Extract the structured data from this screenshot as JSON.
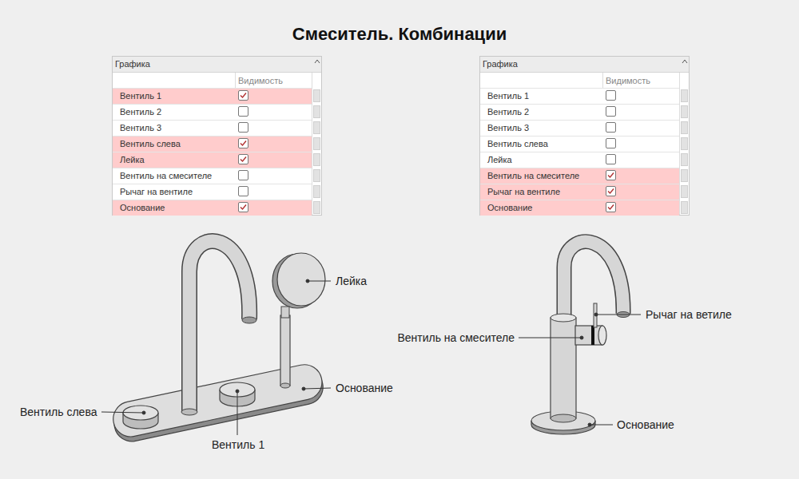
{
  "diagram": {
    "title": "Смеситель. Комбинации",
    "labels": [
      "Графика",
      "Видимость",
      "Вентиль 1",
      "Вентиль 2",
      "Вентиль 3",
      "Вентиль слева",
      "Лейка",
      "Вентиль на смесителе",
      "Рычаг на вентиле",
      "Основание",
      "Графика",
      "Видимость",
      "Вентиль 1",
      "Вентиль 2",
      "Вентиль 3",
      "Вентиль слева",
      "Лейка",
      "Вентиль на смесителе",
      "Рычаг на вентиле",
      "Основание",
      "Лейка",
      "Основание",
      "Вентиль слева",
      "Вентиль 1",
      "Рычаг на ветиле",
      "Вентиль на смесителе",
      "Основание"
    ]
  }
}
